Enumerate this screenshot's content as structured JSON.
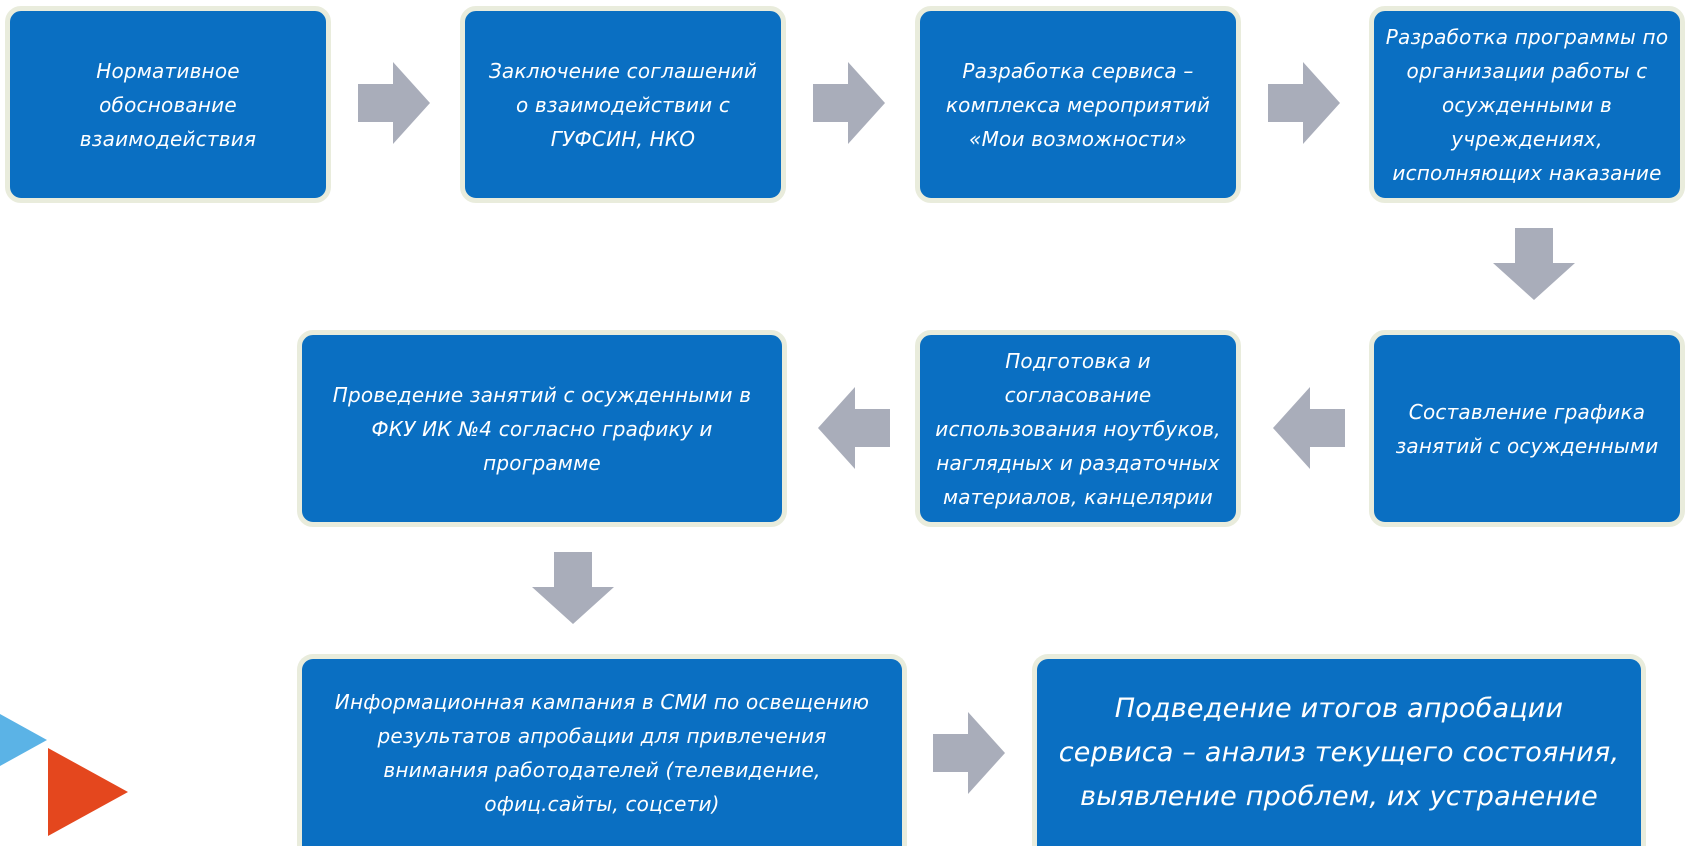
{
  "steps": [
    "Нормативное обоснование взаимодействия",
    "Заключение соглашений о взаимодействии с ГУФСИН, НКО",
    "Разработка сервиса – комплекса мероприятий «Мои возможности»",
    "Разработка программы по организации работы с осужденными в учреждениях, исполняющих наказание",
    "Составление графика занятий с осужденными",
    "Подготовка и согласование использования ноутбуков, наглядных и раздаточных материалов, канцелярии",
    "Проведение занятий с осужденными в ФКУ ИК  №4  согласно графику и программе",
    "Информационная кампания в СМИ  по освещению результатов апробации для привлечения внимания работодателей (телевидение, офиц.сайты, соцсети)",
    "Подведение итогов апробации сервиса – анализ текущего состояния, выявление проблем, их устранение"
  ],
  "colors": {
    "box_fill": "#0a6fc2",
    "box_border": "#e9ecdc",
    "arrow": "#a9adba",
    "logo_blue": "#5bb3e6",
    "logo_orange": "#e4471e"
  }
}
